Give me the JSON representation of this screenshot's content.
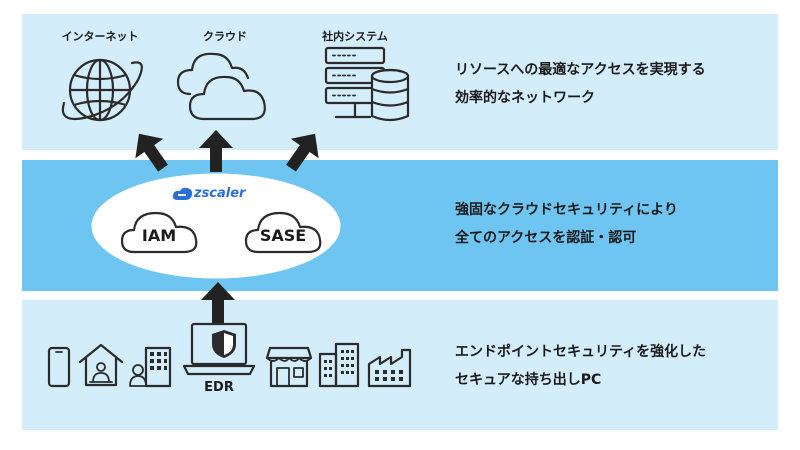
{
  "top": {
    "icons": {
      "internet": "インターネット",
      "cloud": "クラウド",
      "internal": "社内システム"
    },
    "description": [
      "リソースへの最適なアクセスを実現する",
      "効率的なネットワーク"
    ]
  },
  "middle": {
    "brand": "zscaler",
    "left_cloud": "IAM",
    "right_cloud": "SASE",
    "description": [
      "強固なクラウドセキュリティにより",
      "全てのアクセスを認証・認可"
    ]
  },
  "bottom": {
    "laptop_label": "EDR",
    "description": [
      "エンドポイントセキュリティを強化した",
      "セキュアな持ち出しPC"
    ]
  },
  "colors": {
    "band_light": "#d4edfb",
    "band_dark": "#6ec5f2",
    "brand_blue": "#2a6fd6"
  }
}
